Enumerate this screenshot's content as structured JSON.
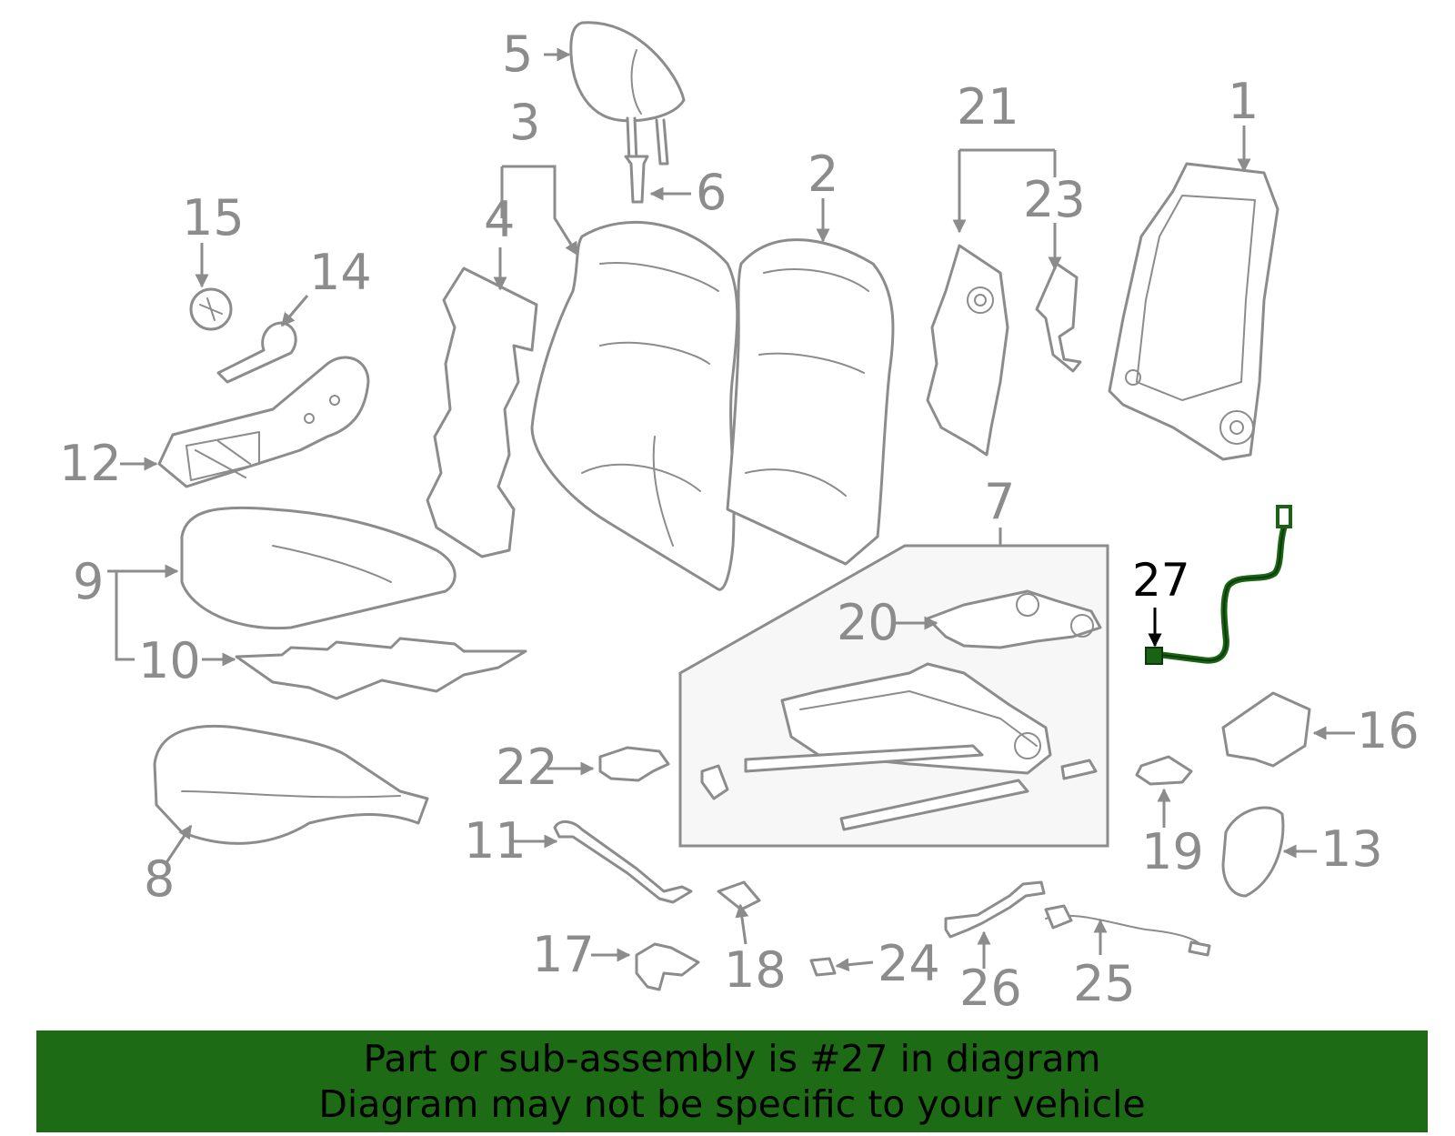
{
  "banner": {
    "line1": "Part or sub-assembly is #27 in diagram",
    "line2": "Diagram may not be specific to your vehicle"
  },
  "colors": {
    "parts": "#8c8c8c",
    "highlight": "#1b6314",
    "banner_background": "#1e6b16",
    "subassembly_box": "#f7f7f7"
  },
  "callouts": {
    "c1": "1",
    "c2": "2",
    "c3": "3",
    "c4": "4",
    "c5": "5",
    "c6": "6",
    "c7": "7",
    "c8": "8",
    "c9": "9",
    "c10": "10",
    "c11": "11",
    "c12": "12",
    "c13": "13",
    "c14": "14",
    "c15": "15",
    "c16": "16",
    "c17": "17",
    "c18": "18",
    "c19": "19",
    "c20": "20",
    "c21": "21",
    "c22": "22",
    "c23": "23",
    "c24": "24",
    "c25": "25",
    "c26": "26",
    "c27": "27"
  },
  "highlighted_part": "27"
}
